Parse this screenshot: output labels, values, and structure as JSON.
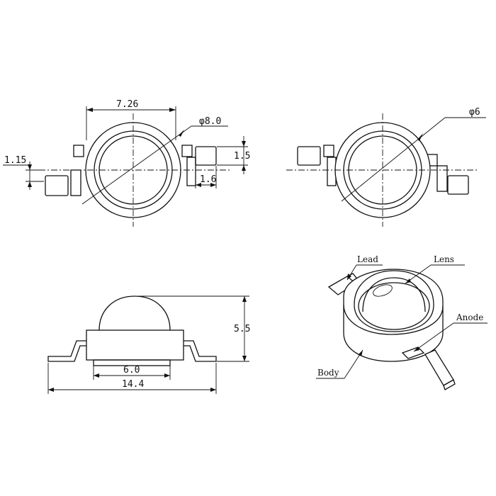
{
  "top_left_view": {
    "dim_width": "7.26",
    "dim_lens_dia": "φ8.0",
    "dim_lead_offset": "1.15",
    "dim_lead_height": "1.5",
    "dim_lead_length": "1.6"
  },
  "top_right_view": {
    "dim_lens_dia": "φ6"
  },
  "side_view": {
    "dim_height": "5.5",
    "dim_base": "6.0",
    "dim_total": "14.4"
  },
  "iso_view": {
    "label_lead": "Lead",
    "label_lens": "Lens",
    "label_anode": "Anode",
    "label_body": "Body"
  }
}
